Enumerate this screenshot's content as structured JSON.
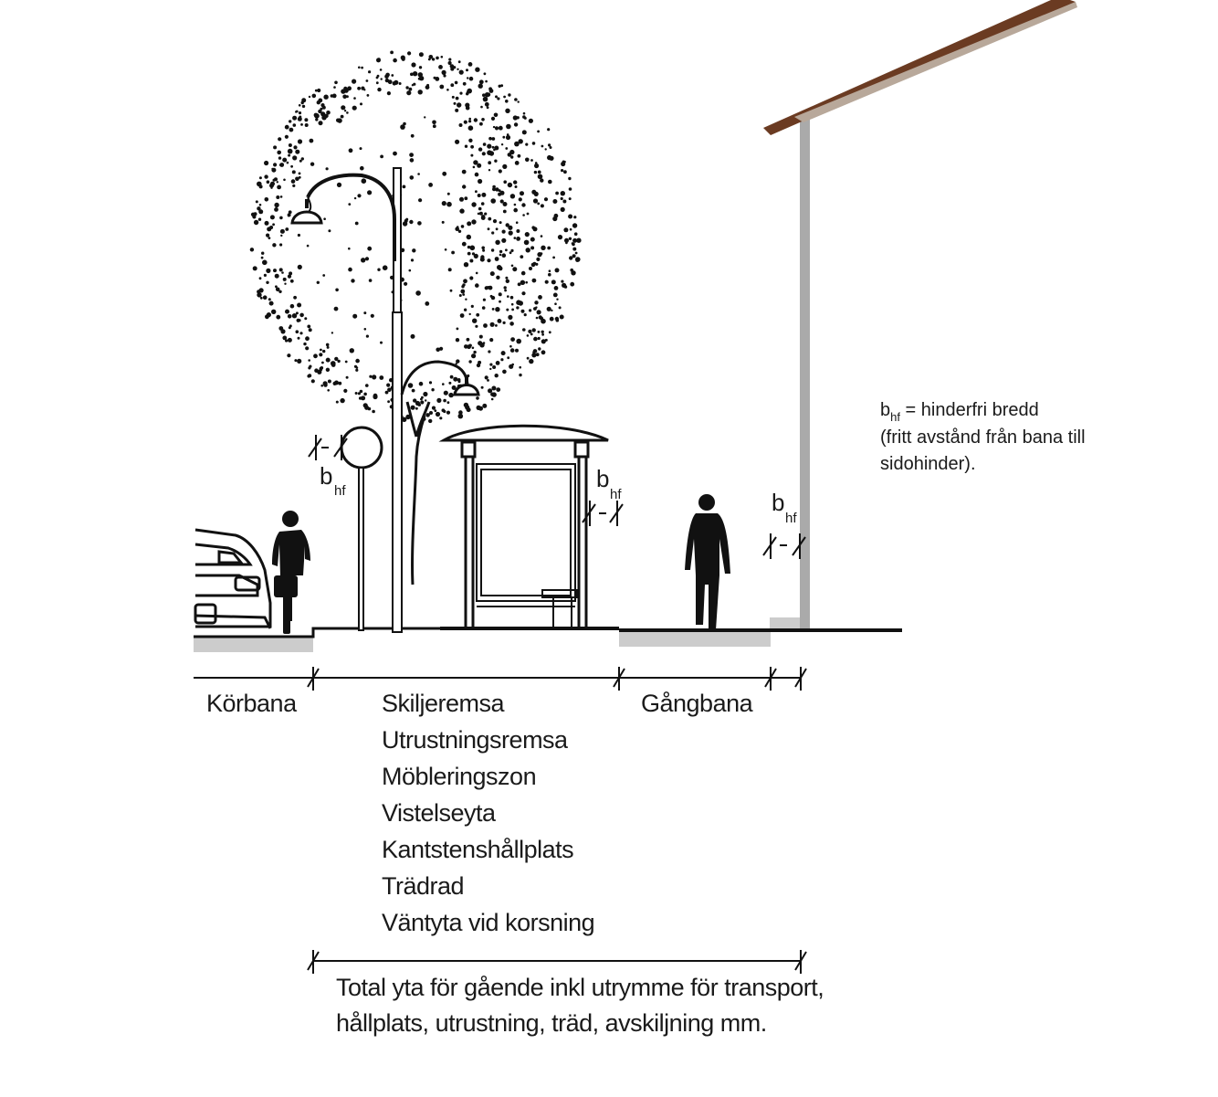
{
  "diagram": {
    "zones": {
      "korbana": "Körbana",
      "gangbana": "Gångbana"
    },
    "middle_zone_labels": [
      "Skiljeremsa",
      "Utrustningsremsa",
      "Möbleringszon",
      "Vistelseyta",
      "Kantstenshållplats",
      "Trädrad",
      "Väntyta vid korsning"
    ],
    "total_label_lines": [
      "Total yta för gående inkl utrymme för transport,",
      "hållplats, utrustning, träd, avskiljning mm."
    ],
    "bhf_symbol": {
      "main": "b",
      "sub": "hf"
    },
    "legend": {
      "symbol_main": "b",
      "symbol_sub": "hf",
      "definition": " = hinderfri bredd",
      "line2": "(fritt avstånd från bana till",
      "line3": "sidohinder)."
    },
    "colors": {
      "ink": "#111111",
      "curb_gray": "#cccccc",
      "wall_gray": "#aaaaaa",
      "roof_brown": "#6b3b22",
      "roof_light": "#b8a89a"
    }
  }
}
